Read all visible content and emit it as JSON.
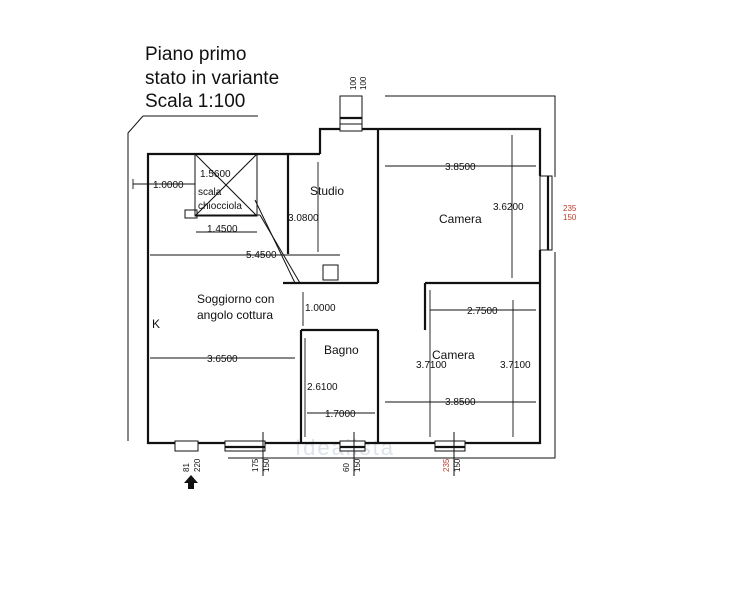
{
  "title": {
    "line1": "Piano primo",
    "line2": "stato in variante",
    "line3": "Scala 1:100"
  },
  "rooms": {
    "studio": "Studio",
    "camera1": "Camera",
    "soggiorno_line1": "Soggiorno con",
    "soggiorno_line2": "angolo cottura",
    "kitchen": "K",
    "bagno": "Bagno",
    "camera2": "Camera",
    "stair_line1": "scala",
    "stair_line2": "chiocciola"
  },
  "dimensions": {
    "stair_top": "1.5600",
    "left_1": "1.0000",
    "stair_width": "1.4500",
    "studio_height": "3.0800",
    "camera1_width": "3.8500",
    "camera1_height": "3.6200",
    "living_width": "5.4500",
    "corridor": "1.0000",
    "living_lower": "3.6500",
    "camera2_upper": "2.7500",
    "camera2_left_h": "3.7100",
    "camera2_right_h": "3.7100",
    "camera2_width": "3.8500",
    "bagno_height": "2.6100",
    "bagno_width": "1.7000"
  },
  "openings": {
    "top": {
      "a": "100",
      "b": "100"
    },
    "right": {
      "a": "235",
      "b": "150"
    },
    "bottom_entry": {
      "a": "81",
      "b": "220"
    },
    "bottom_1": {
      "a": "175",
      "b": "150"
    },
    "bottom_2": {
      "a": "60",
      "b": "150"
    },
    "bottom_3": {
      "a": "235",
      "b": "150"
    }
  },
  "watermark": "Idealista",
  "colors": {
    "ink": "#111111",
    "accent": "#c0392b"
  },
  "icons": {
    "entry": "arrow-up-icon"
  }
}
